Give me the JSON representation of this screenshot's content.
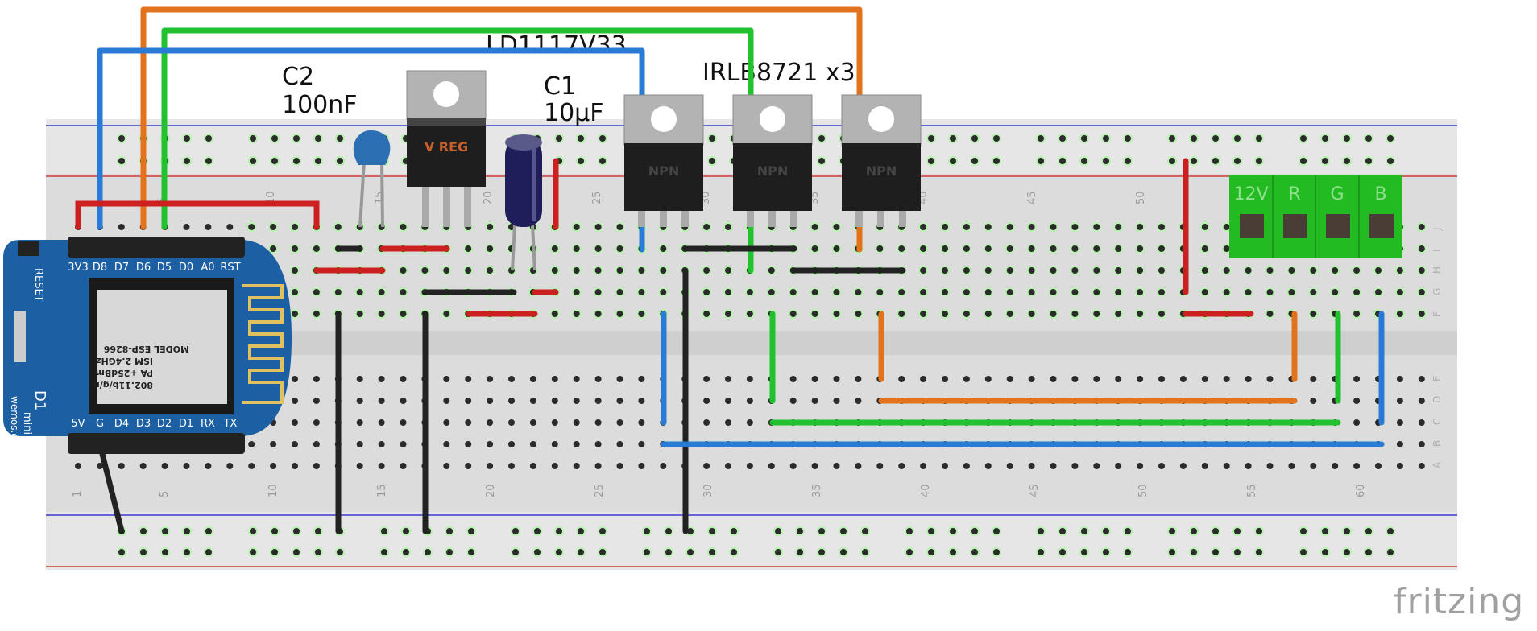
{
  "labels": {
    "c2_name": "C2",
    "c2_value": "100nF",
    "reg_name": "LD1117V33",
    "c1_name": "C1",
    "c1_value": "10µF",
    "mosfet_name": "IRLB8721 x3"
  },
  "regulator_text": "V REG",
  "transistor_text": "NPN",
  "d1mini": {
    "top_pins": [
      "3V3",
      "D8",
      "D7",
      "D6",
      "D5",
      "D0",
      "A0",
      "RST"
    ],
    "bottom_pins": [
      "5V",
      "G",
      "D4",
      "D3",
      "D2",
      "D1",
      "RX",
      "TX"
    ],
    "reset_label": "RESET",
    "name": "D1",
    "name2": "mini",
    "brand_url": "wemos.cc",
    "chip_lines": [
      "802.11b/g/n",
      "PA +25dBm",
      "ISM 2.4GHz",
      "MODEL ESP-8266"
    ]
  },
  "terminal_labels": [
    "12V",
    "R",
    "G",
    "B"
  ],
  "column_numbers_top": [
    "5",
    "10",
    "15",
    "20",
    "25",
    "30",
    "35",
    "40",
    "45",
    "50"
  ],
  "column_numbers_bottom": [
    "1",
    "5",
    "10",
    "15",
    "20",
    "25",
    "30",
    "35",
    "40",
    "45",
    "50",
    "55",
    "60"
  ],
  "row_letters_top": [
    "J",
    "I",
    "H",
    "G",
    "F"
  ],
  "row_letters_bottom": [
    "E",
    "D",
    "C",
    "B",
    "A"
  ],
  "logo": "fritzing",
  "wire_colors": {
    "red": "#cc1f1f",
    "blue": "#2a7bd6",
    "green": "#22c130",
    "orange": "#e2721c",
    "black": "#222222"
  }
}
